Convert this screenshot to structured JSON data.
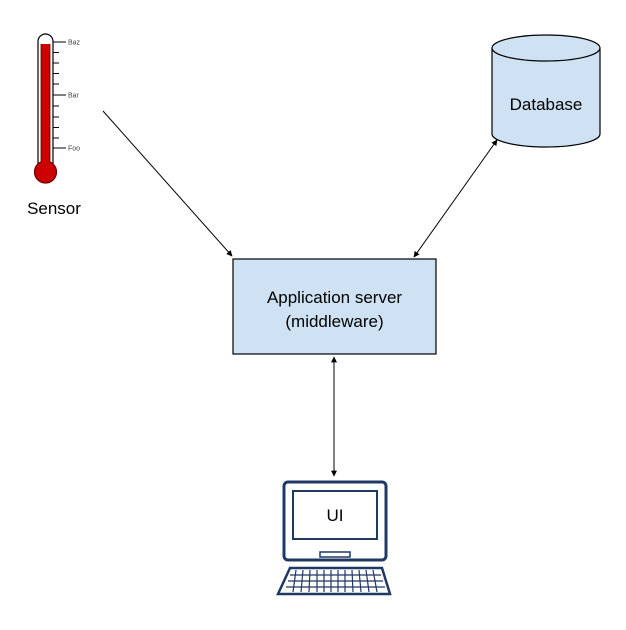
{
  "sensor": {
    "label": "Sensor",
    "scale_labels": [
      "Baz",
      "Bar",
      "Foo"
    ]
  },
  "database": {
    "label": "Database"
  },
  "server": {
    "line1": "Application server",
    "line2": "(middleware)"
  },
  "client": {
    "screen_label": "UI"
  },
  "colors": {
    "box_fill": "#cfe2f3",
    "box_stroke": "#000000",
    "icon_navy": "#1f3864",
    "mercury": "#cc0000",
    "mercury_stroke": "#660000"
  }
}
